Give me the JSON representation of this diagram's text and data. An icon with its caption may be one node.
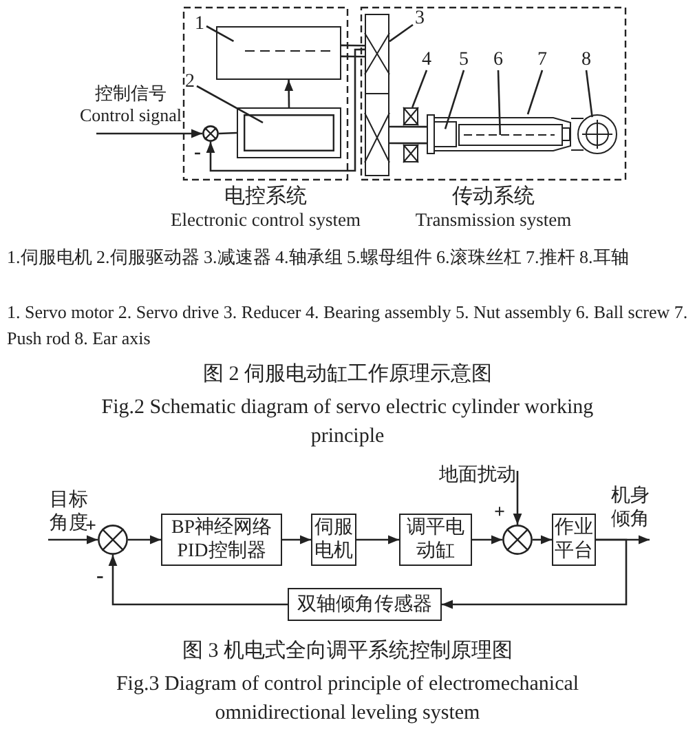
{
  "diagram": {
    "nodes": [
      {
        "text": [
          "电控系统",
          "Electronic control system"
        ]
      },
      {
        "text": [
          "传动系统",
          "Transmission system"
        ]
      },
      {
        "text": [],
        "shape": "box",
        "in": 0
      },
      {
        "text": [],
        "shape": "box",
        "in": 0
      },
      {
        "text": [],
        "shape": "circle",
        "in": 0
      },
      {
        "text": [],
        "shape": "box",
        "in": 1
      },
      {
        "text": [],
        "shape": "box",
        "in": 1
      },
      {
        "text": [],
        "shape": "box",
        "in": 1
      },
      {
        "text": [],
        "shape": "box",
        "in": 7
      },
      {
        "text": [],
        "shape": "box",
        "in": 7
      },
      {
        "text": [],
        "shape": "circle",
        "in": 1
      },
      {
        "text": [
          "1"
        ],
        "in": 0
      },
      {
        "text": [
          "2"
        ],
        "in": 0
      },
      {
        "text": [
          "3"
        ],
        "in": 1
      },
      {
        "text": [
          "4"
        ],
        "in": 1
      },
      {
        "text": [
          "5"
        ],
        "in": 1
      },
      {
        "text": [
          "6"
        ],
        "in": 1
      },
      {
        "text": [
          "7"
        ],
        "in": 1
      },
      {
        "text": [
          "8"
        ],
        "in": 1
      },
      {
        "text": [],
        "shape": "circle"
      },
      {
        "text": [
          "BP神经网络PID控制器"
        ]
      },
      {
        "text": [
          "伺服电机"
        ]
      },
      {
        "text": [
          "调平电动缸"
        ]
      },
      {
        "text": [],
        "shape": "circle"
      },
      {
        "text": [
          "作业平台"
        ]
      },
      {
        "text": [
          "双轴倾角传感器"
        ]
      },
      {
        "text": [],
        "shape": "box",
        "in": 1
      }
    ],
    "edges": [
      {
        "from": null,
        "to": 4,
        "arrow": "to",
        "label": "控制信号 Control signal"
      },
      {
        "from": 4,
        "to": 3,
        "arrow": "none"
      },
      {
        "from": 3,
        "to": 2,
        "arrow": "to"
      },
      {
        "from": 5,
        "to": 4,
        "arrow": "to"
      },
      {
        "from": 11,
        "to": 2,
        "arrow": "none"
      },
      {
        "from": 12,
        "to": 3,
        "arrow": "none"
      },
      {
        "from": 13,
        "to": 5,
        "arrow": "none"
      },
      {
        "from": 14,
        "to": 6,
        "arrow": "none"
      },
      {
        "from": 15,
        "to": 8,
        "arrow": "none"
      },
      {
        "from": 16,
        "to": 9,
        "arrow": "none"
      },
      {
        "from": 17,
        "to": 7,
        "arrow": "none"
      },
      {
        "from": 18,
        "to": 10,
        "arrow": "none"
      },
      {
        "from": null,
        "to": 19,
        "arrow": "to",
        "label": "目标角度"
      },
      {
        "from": 19,
        "to": 20,
        "arrow": "to"
      },
      {
        "from": 20,
        "to": 21,
        "arrow": "to"
      },
      {
        "from": 21,
        "to": 22,
        "arrow": "to"
      },
      {
        "from": 22,
        "to": 23,
        "arrow": "to"
      },
      {
        "from": 23,
        "to": 24,
        "arrow": "to"
      },
      {
        "from": null,
        "to": 23,
        "arrow": "to",
        "label": "地面扰动"
      },
      {
        "from": 24,
        "to": null,
        "arrow": "to",
        "label": "机身倾角"
      },
      {
        "from": 24,
        "to": 25,
        "arrow": "to"
      },
      {
        "from": 25,
        "to": 19,
        "arrow": "to"
      },
      {
        "from": 2,
        "to": 5,
        "arrow": "none"
      },
      {
        "from": 5,
        "to": 7,
        "arrow": "none"
      }
    ],
    "labels": [
      "-",
      "1.伺服电机 2.伺服驱动器 3.减速器 4.轴承组 5.螺母组件 6.滚珠丝杠 7.推杆 8.耳轴",
      "1. Servo motor 2. Servo drive 3. Reducer 4. Bearing assembly 5. Nut assembly 6. Ball screw 7. Push rod 8. Ear axis",
      "图 2 伺服电动缸工作原理示意图",
      "Fig.2 Schematic diagram of servo electric cylinder working principle",
      "+",
      "+",
      "-",
      "图 3 机电式全向调平系统控制原理图",
      "Fig.3 Diagram of control principle of electromechanical omnidirectional leveling system"
    ]
  }
}
